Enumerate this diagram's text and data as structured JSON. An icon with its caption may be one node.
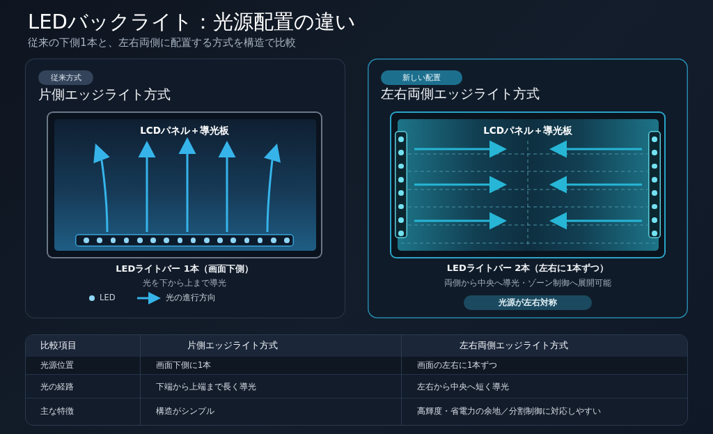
{
  "diagram": {
    "title": "LEDバックライト：光源配置の違い",
    "nodes": [
      {
        "text": [
          "片側エッジライト方式"
        ]
      },
      {
        "text": [
          "従来方式"
        ],
        "in": 0
      },
      {
        "text": [
          "LCDパネル＋導光板"
        ],
        "in": 0,
        "beside": [
          "LEDライトバー 1本（画面下側）",
          "光を下から上まで導光"
        ]
      },
      {
        "text": [],
        "shape": "bar",
        "in": 2
      },
      {
        "text": [
          "左右両側エッジライト方式"
        ]
      },
      {
        "text": [
          "新しい配置"
        ],
        "in": 4
      },
      {
        "text": [
          "LCDパネル＋導光板"
        ],
        "in": 4,
        "beside": [
          "LEDライトバー 2本（左右に1本ずつ）",
          "両側から中央へ導光・ゾーン制御へ展開可能"
        ]
      },
      {
        "text": [],
        "shape": "bar",
        "in": 6
      },
      {
        "text": [],
        "shape": "bar",
        "in": 6
      },
      {
        "text": [
          "光源が左右対称"
        ],
        "in": 4
      }
    ],
    "labels": [
      "従来の下側1本と、左右両側に配置する方式を構造で比較",
      "比較項目",
      "片側エッジライト方式",
      "左右両側エッジライト方式",
      "光源位置",
      "画面下側に1本",
      "画面の左右に1本ずつ",
      "光の経路",
      "下端から上端まで長く導光",
      "左右から中央へ短く導光",
      "主な特徴",
      "構造がシンプル",
      "高輝度・省電力の余地／分割制御に対応しやすい"
    ],
    "legend": [
      {
        "text": "LED"
      },
      {
        "text": "光の進行方向"
      }
    ]
  }
}
